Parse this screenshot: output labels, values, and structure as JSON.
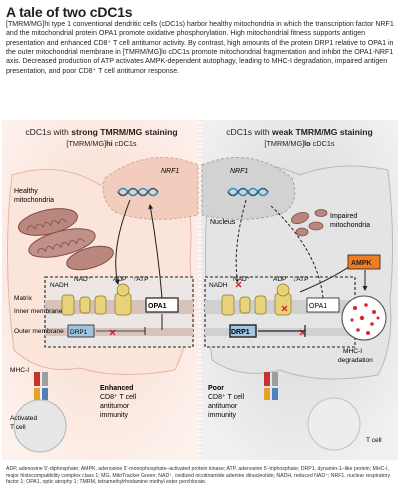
{
  "title": "A tale of two cDC1s",
  "intro": "[TMRM/MG]hi type 1 conventional dendritic cells (cDC1s) harbor healthy mitochondria in which the transcription factor NRF1 and the mitochondrial protein OPA1 promote oxidative phosphorylation. High mitochondrial fitness supports antigen presentation and enhanced CD8⁺ T cell antitumor activity. By contrast, high amounts of the protein DRP1 relative to OPA1 in the outer mitochondrial membrane in [TMRM/MG]lo cDC1s promote mitochondrial fragmentation and inhibit the OPA1-NRF1 axis. Decreased production of ATP activates AMPK-dependent autophagy, leading to MHC-I degradation, impaired antigen presentation, and poor CD8⁺ T cell antitumor response.",
  "left_panel": {
    "heading_prefix": "cDC1s with ",
    "heading_bold": "strong TMRM/MG staining",
    "sub_prefix": "[TMRM/MG]",
    "sub_bold": "hi",
    "sub_suffix": " cDC1s",
    "mito_label": "Healthy mitochondria",
    "nrf1": "NRF1",
    "nadh": "NADH",
    "nad": "NAD⁺",
    "adp": "ADP",
    "atp": "↑ATP",
    "opa1": "OPA1",
    "drp1": "DRP1",
    "mhc": "MHC-I",
    "tcell": "Activated T cell",
    "outcome_bold": "Enhanced",
    "outcome_rest": "CD8⁺ T cell antitumor immunity"
  },
  "right_panel": {
    "heading_prefix": "cDC1s with ",
    "heading_bold": "weak TMRM/MG staining",
    "sub_prefix": "[TMRM/MG]",
    "sub_bold": "lo",
    "sub_suffix": " cDC1s",
    "mito_label": "Impaired mitochondria",
    "nucleus": "Nucleus",
    "nrf1": "NRF1",
    "nadh": "NADH",
    "nad": "NAD⁺",
    "adp": "ADP",
    "atp": "↓ATP",
    "opa1": "OPA1",
    "drp1": "DRP1",
    "ampk": "AMPK",
    "mhc_deg": "MHC-I degradation",
    "tcell": "T cell",
    "outcome_bold": "Poor",
    "outcome_rest": "CD8⁺ T cell antitumor immunity"
  },
  "membrane_labels": {
    "matrix": "Matrix",
    "inner": "Inner membrane",
    "outer": "Outer membrane"
  },
  "footer": "ADP, adenosine 5′-diphosphate; AMPK, adenosine 5′-monophosphate–activated protein kinase; ATP, adenosine 5′-triphosphate; DRP1, dynamin-1–like protein; MHC-I, major histocompatibility complex class 1; MG, MitoTracker Green; NAD⁺, oxidized nicotinamide adenine dinucleotide; NADH, reduced NAD⁺; NRF1, nuclear respiratory factor 1; OPA1, optic atrophy 1; TMRM, tetramethylrhodamine methyl ester perchlorate.",
  "colors": {
    "left_bg": "#f6d9cc",
    "right_bg": "#dcdcdc",
    "mito": "#b9877d",
    "protein": "#e8d27a",
    "drp1": "#9fc5e2",
    "ampk": "#ef7d22",
    "inhibit": "#d7262d"
  }
}
